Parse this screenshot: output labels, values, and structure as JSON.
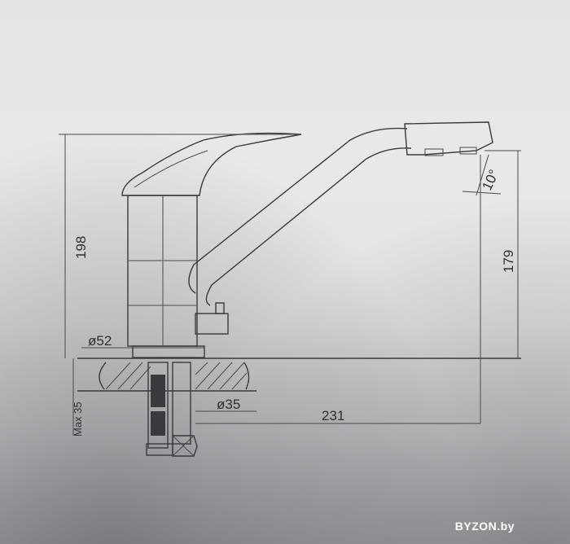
{
  "drawing": {
    "dimensions": {
      "total_height": "198",
      "spout_height": "179",
      "spout_angle": "10°",
      "base_diameter": "ø52",
      "hose_diameter": "ø35",
      "spout_reach": "231",
      "max_counter_thickness": "Max 35"
    }
  },
  "watermark": "BYZON.by"
}
